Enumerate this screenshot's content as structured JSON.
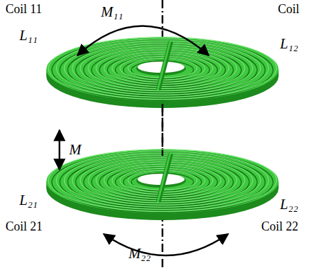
{
  "diagram": {
    "labels": [
      "Coil 11",
      "M₁₁",
      "Coil",
      "L₁₁",
      "L₁₂",
      "M",
      "L₂₁",
      "L₂₂",
      "Coil 21",
      "Coil 22",
      "M₂₂"
    ]
  }
}
